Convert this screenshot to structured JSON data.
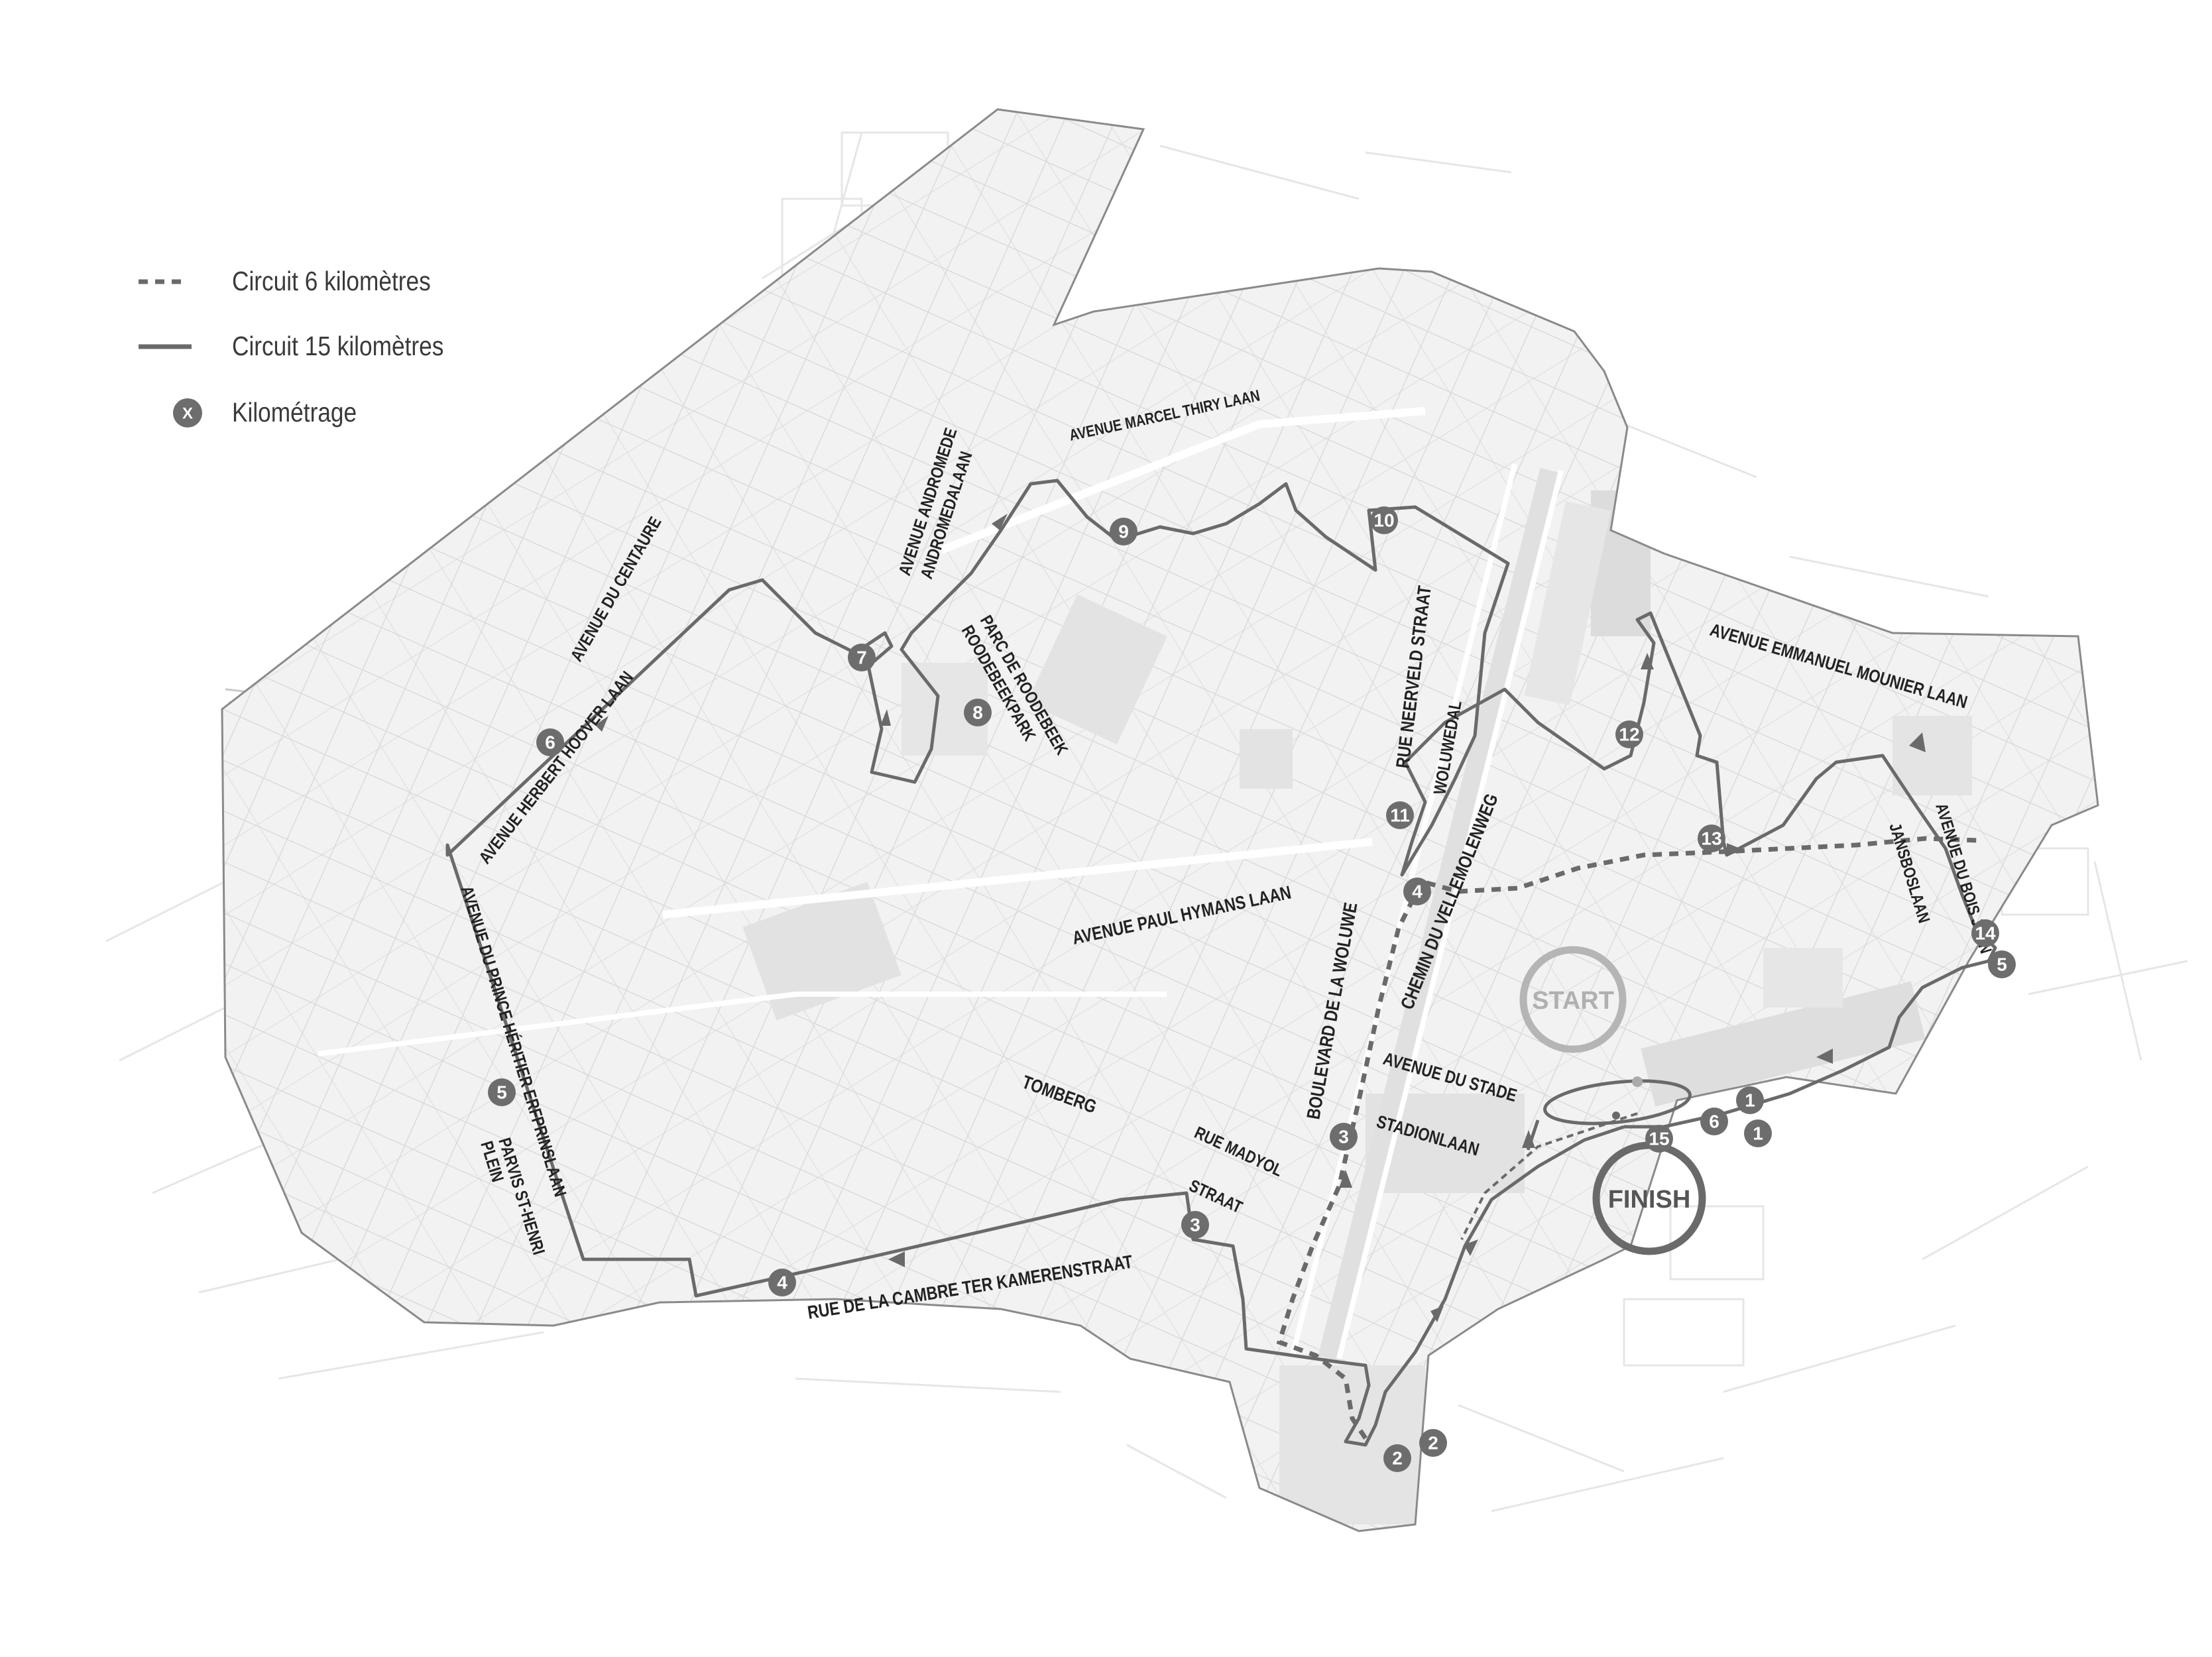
{
  "legend": {
    "items": [
      {
        "symbol": "dashed-line",
        "label": "Circuit 6 kilomètres"
      },
      {
        "symbol": "solid-line",
        "label": "Circuit 15 kilomètres"
      },
      {
        "symbol": "marker",
        "marker_text": "X",
        "label": "Kilométrage"
      }
    ]
  },
  "colors": {
    "background": "#ffffff",
    "land": "#f2f2f2",
    "land_dark": "#e4e4e4",
    "street_lines": "#d3d3d3",
    "boundary": "#5f5f5f",
    "route_15km": "#6a6a6a",
    "route_6km": "#6a6a6a",
    "marker_fill": "#6d6d6d",
    "start_ring": "#b5b5b5",
    "finish_ring": "#6a6a6a"
  },
  "start": {
    "label": "START"
  },
  "finish": {
    "label": "FINISH"
  },
  "streets": [
    {
      "id": "marcel-thiry",
      "label": "AVENUE MARCEL THIRY LAAN"
    },
    {
      "id": "andromede-1",
      "label": "AVENUE ANDROMEDE"
    },
    {
      "id": "andromede-2",
      "label": "ANDROMEDALAAN"
    },
    {
      "id": "centaure",
      "label": "AVENUE DU CENTAURE"
    },
    {
      "id": "roodebeek-1",
      "label": "PARC DE ROODEBEEK"
    },
    {
      "id": "roodebeek-2",
      "label": "ROODEBEEKPARK"
    },
    {
      "id": "hoover",
      "label": "AVENUE HERBERT HOOVER LAAN"
    },
    {
      "id": "prince-heritier",
      "label": "AVENUE DU PRINCE HÉRITIER ERFPRINSLAAN"
    },
    {
      "id": "parvis-1",
      "label": "PARVIS ST-HENRI"
    },
    {
      "id": "parvis-2",
      "label": "PLEIN"
    },
    {
      "id": "cambre",
      "label": "RUE DE LA CAMBRE TER KAMERENSTRAAT"
    },
    {
      "id": "paul-hymans",
      "label": "AVENUE PAUL HYMANS LAAN"
    },
    {
      "id": "tomberg",
      "label": "TOMBERG"
    },
    {
      "id": "madyol-1",
      "label": "RUE MADYOL"
    },
    {
      "id": "madyol-2",
      "label": "STRAAT"
    },
    {
      "id": "bd-woluwe",
      "label": "BOULEVARD DE LA WOLUWE"
    },
    {
      "id": "neerveld",
      "label": "RUE NEERVELD STRAAT"
    },
    {
      "id": "woluwedal",
      "label": "WOLUWEDAL"
    },
    {
      "id": "vellemolen",
      "label": "CHEMIN DU VELLEMOLENWEG"
    },
    {
      "id": "stade-1",
      "label": "AVENUE DU STADE"
    },
    {
      "id": "stade-2",
      "label": "STADIONLAAN"
    },
    {
      "id": "mounier",
      "label": "AVENUE EMMANUEL MOUNIER LAAN"
    },
    {
      "id": "jansbos",
      "label": "JANSBOSLAAN"
    },
    {
      "id": "bois-jean",
      "label": "AVENUE DU BOIS JEAN"
    }
  ],
  "markers_15km": [
    "1",
    "2",
    "3",
    "4",
    "5",
    "6",
    "7",
    "8",
    "9",
    "10",
    "11",
    "12",
    "13",
    "14",
    "15"
  ],
  "markers_6km": [
    "1",
    "2",
    "3",
    "4",
    "5",
    "6"
  ]
}
